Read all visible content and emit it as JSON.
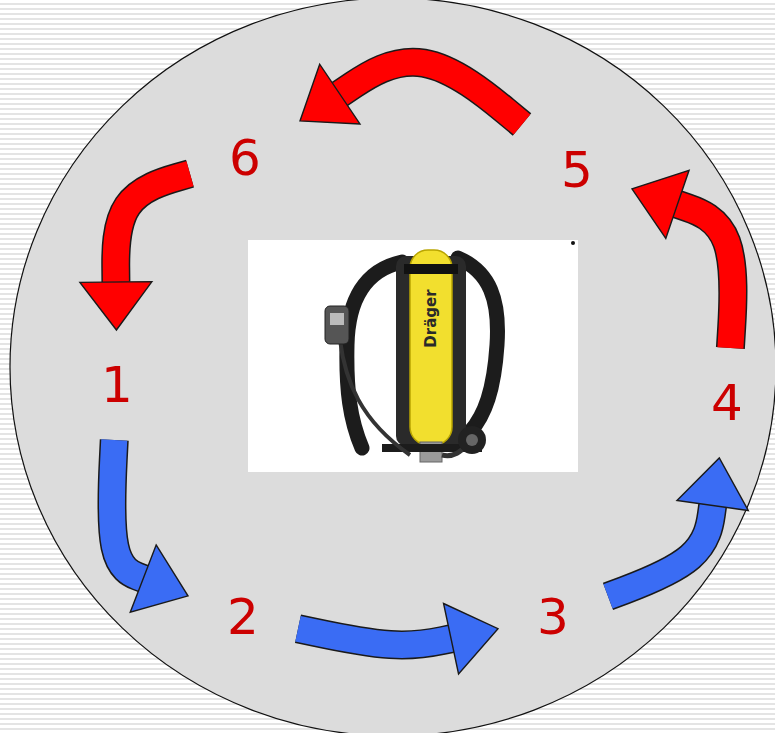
{
  "diagram": {
    "nodes": [
      {
        "text": [
          "1"
        ]
      },
      {
        "text": [
          "2"
        ]
      },
      {
        "text": [
          "3"
        ]
      },
      {
        "text": [
          "4"
        ]
      },
      {
        "text": [
          "5"
        ]
      },
      {
        "text": [
          "6"
        ]
      }
    ],
    "edges": [
      {
        "from": 0,
        "to": 1,
        "arrow": "to"
      },
      {
        "from": 1,
        "to": 2,
        "arrow": "to"
      },
      {
        "from": 2,
        "to": 3,
        "arrow": "to"
      },
      {
        "from": 3,
        "to": 4,
        "arrow": "to"
      },
      {
        "from": 4,
        "to": 5,
        "arrow": "to"
      },
      {
        "from": 5,
        "to": 0,
        "arrow": "to"
      }
    ],
    "labels": [
      "Dräger"
    ]
  }
}
